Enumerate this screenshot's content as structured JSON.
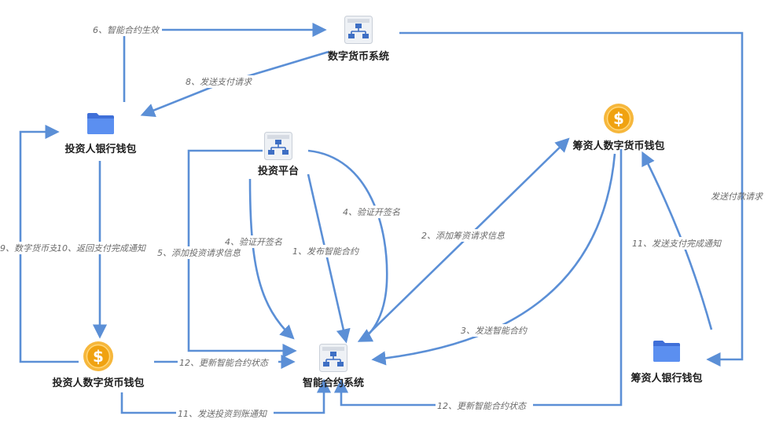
{
  "nodes": {
    "digital_currency_system": {
      "label": "数字货币系统",
      "icon": "flowchart-icon"
    },
    "investor_bank_wallet": {
      "label": "投资人银行钱包",
      "icon": "folder-icon"
    },
    "investment_platform": {
      "label": "投资平台",
      "icon": "flowchart-icon"
    },
    "fundraiser_digital_wallet": {
      "label": "筹资人数字货币钱包",
      "icon": "coin-icon"
    },
    "investor_digital_wallet": {
      "label": "投资人数字货币钱包",
      "icon": "coin-icon"
    },
    "smart_contract_system": {
      "label": "智能合约系统",
      "icon": "flowchart-icon"
    },
    "fundraiser_bank_wallet": {
      "label": "筹资人银行钱包",
      "icon": "folder-icon"
    }
  },
  "edges": [
    {
      "id": "e1",
      "label": "1、发布智能合约"
    },
    {
      "id": "e2",
      "label": "2、添加筹资请求信息"
    },
    {
      "id": "e3",
      "label": "3、发送智能合约"
    },
    {
      "id": "e4a",
      "label": "4、验证开签名"
    },
    {
      "id": "e4b",
      "label": "4、验证开签名"
    },
    {
      "id": "e5",
      "label": "5、添加投资请求信息"
    },
    {
      "id": "e6",
      "label": "6、智能合约生效"
    },
    {
      "id": "e7",
      "label": "发送付款请求"
    },
    {
      "id": "e8",
      "label": "8、发送支付请求"
    },
    {
      "id": "e9",
      "label": "9、数字货币支付"
    },
    {
      "id": "e10",
      "label": "10、返回支付完成通知"
    },
    {
      "id": "e11a",
      "label": "11、发送支付完成通知"
    },
    {
      "id": "e11b",
      "label": "11、发送投资到账通知"
    },
    {
      "id": "e12a",
      "label": "12、更新智能合约状态"
    },
    {
      "id": "e12b",
      "label": "12、更新智能合约状态"
    }
  ],
  "colors": {
    "edge": "#5b8fd6",
    "folder": "#4f7fe0",
    "coin": "#f2a91c",
    "text": "#1e1e1e",
    "edge_label": "#6b6b6b"
  }
}
